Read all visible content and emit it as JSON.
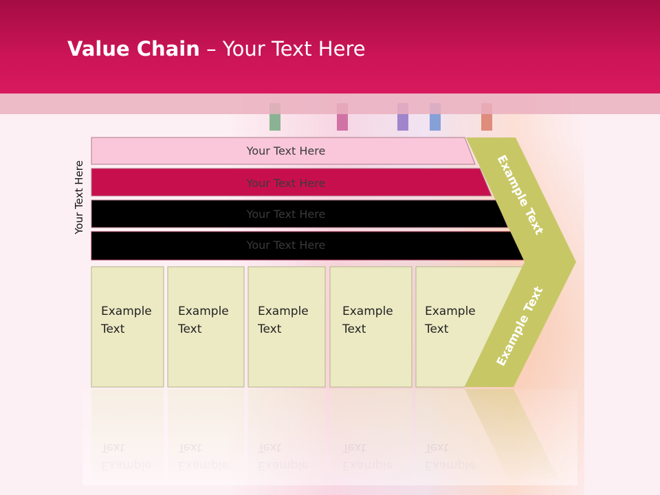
{
  "slide": {
    "title_bold": "Value Chain",
    "title_rest": " – Your Text Here",
    "side_label": "Your Text Here"
  },
  "bars": [
    {
      "label": "Your Text Here",
      "color": "#f9c7d9"
    },
    {
      "label": "Your Text Here",
      "color": "#f290b4"
    },
    {
      "label": "Your Text Here",
      "color": "#eb5a8e"
    },
    {
      "label": "Your Text Here",
      "color": "#c80f4e"
    }
  ],
  "boxes": [
    {
      "line1": "Example",
      "line2": "Text"
    },
    {
      "line1": "Example",
      "line2": "Text"
    },
    {
      "line1": "Example",
      "line2": "Text"
    },
    {
      "line1": "Example",
      "line2": "Text"
    },
    {
      "line1": "Example",
      "line2": "Text"
    }
  ],
  "chevron": {
    "upper_label": "Example Text",
    "lower_label": "Example Text",
    "color": "#c8c766"
  },
  "colors": {
    "header": "#cc1556",
    "box_fill": "#eceac3",
    "box_stroke": "#b5b38a"
  }
}
